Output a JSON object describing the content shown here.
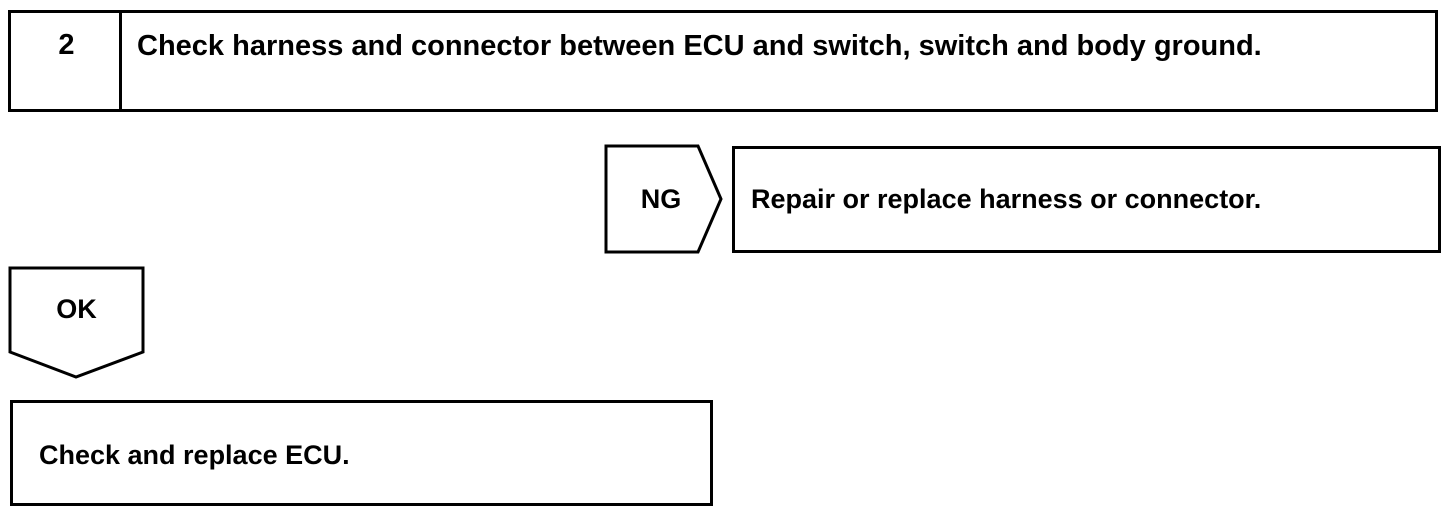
{
  "step": {
    "number": "2",
    "title": "Check harness and connector between ECU and switch, switch and body ground."
  },
  "ng_branch": {
    "label": "NG",
    "result": "Repair or replace harness or connector."
  },
  "ok_branch": {
    "label": "OK",
    "result": "Check and replace ECU."
  }
}
